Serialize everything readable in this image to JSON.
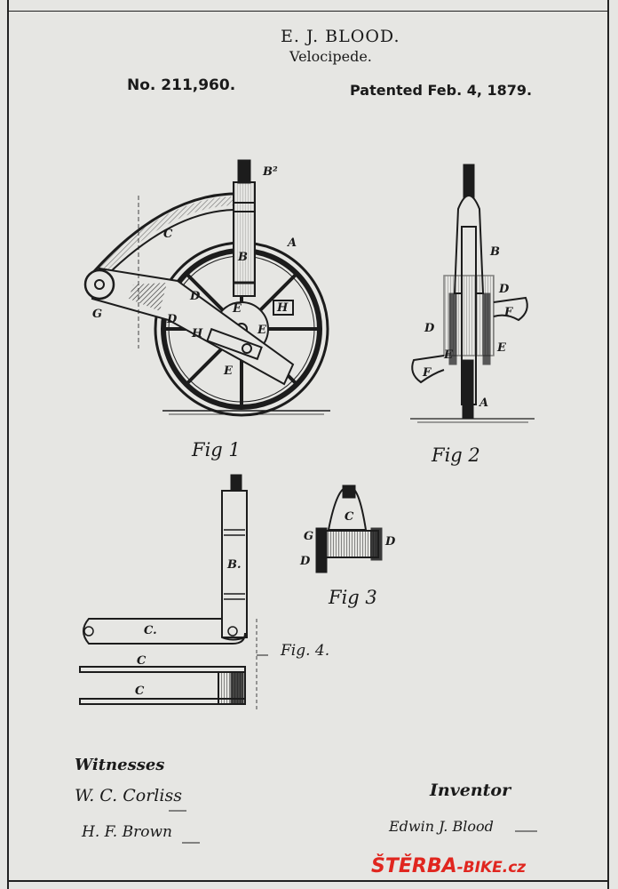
{
  "header": {
    "inventor": "E. J. BLOOD.",
    "title": "Velocipede.",
    "patent_number": "No. 211,960.",
    "patent_date": "Patented Feb. 4, 1879."
  },
  "figures": {
    "fig1": {
      "caption": "Fig 1",
      "labels": [
        "B²",
        "A",
        "C",
        "B",
        "D",
        "D",
        "G",
        "E",
        "H",
        "H",
        "E",
        "E"
      ]
    },
    "fig2": {
      "caption": "Fig 2",
      "labels": [
        "B",
        "D",
        "F",
        "D",
        "E",
        "E",
        "F",
        "A"
      ]
    },
    "fig3": {
      "caption": "Fig 3",
      "labels": [
        "C",
        "G",
        "D",
        "D"
      ]
    },
    "fig4": {
      "caption": "Fig. 4.",
      "labels": [
        "B.",
        "C.",
        "C",
        "C"
      ]
    }
  },
  "footer": {
    "witnesses_heading": "Witnesses",
    "witness_1": "W. C. Corliss",
    "witness_2": "H. F. Brown",
    "inventor_heading": "Inventor",
    "inventor_signature": "Edwin J. Blood"
  },
  "watermark": {
    "brand": "ŠTĚRBA",
    "suffix": "-BIKE.cz",
    "color": "#e0261f"
  }
}
